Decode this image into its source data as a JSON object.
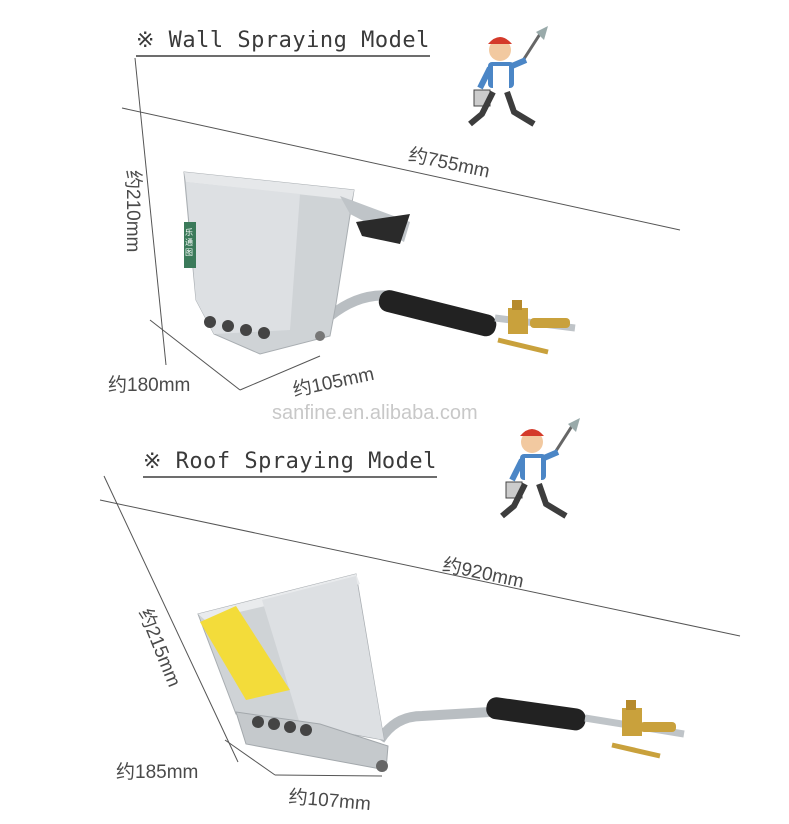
{
  "wall": {
    "title": "※ Wall Spraying Model",
    "length": "约755mm",
    "height": "约210mm",
    "depth": "约180mm",
    "width": "约105mm",
    "label_chip": "乐通图",
    "mascot": "worker-with-bucket-icon"
  },
  "watermark": "sanfine.en.alibaba.com",
  "roof": {
    "title": "※ Roof Spraying Model",
    "length": "约920mm",
    "height": "约215mm",
    "depth": "约185mm",
    "width": "约107mm",
    "mascot": "worker-with-bucket-icon"
  },
  "colors": {
    "metal": "#cfd3d6",
    "handle": "#222222",
    "brass": "#c9a13c",
    "label": "#f3dc3a"
  }
}
